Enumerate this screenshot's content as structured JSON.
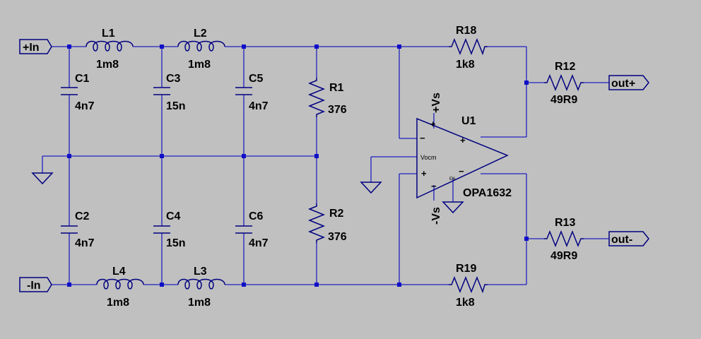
{
  "ports": {
    "in_plus": "+In",
    "in_minus": "-In",
    "out_plus": "out+",
    "out_minus": "out-"
  },
  "components": {
    "L1": {
      "name": "L1",
      "value": "1m8"
    },
    "L2": {
      "name": "L2",
      "value": "1m8"
    },
    "L3": {
      "name": "L3",
      "value": "1m8"
    },
    "L4": {
      "name": "L4",
      "value": "1m8"
    },
    "C1": {
      "name": "C1",
      "value": "4n7"
    },
    "C2": {
      "name": "C2",
      "value": "4n7"
    },
    "C3": {
      "name": "C3",
      "value": "15n"
    },
    "C4": {
      "name": "C4",
      "value": "15n"
    },
    "C5": {
      "name": "C5",
      "value": "4n7"
    },
    "C6": {
      "name": "C6",
      "value": "4n7"
    },
    "R1": {
      "name": "R1",
      "value": "376"
    },
    "R2": {
      "name": "R2",
      "value": "376"
    },
    "R18": {
      "name": "R18",
      "value": "1k8"
    },
    "R19": {
      "name": "R19",
      "value": "1k8"
    },
    "R12": {
      "name": "R12",
      "value": "49R9"
    },
    "R13": {
      "name": "R13",
      "value": "49R9"
    },
    "U1": {
      "name": "U1",
      "value": "OPA1632"
    }
  },
  "opamp": {
    "vs_plus": "+Vs",
    "vs_minus": "-Vs",
    "pin_plus": "+",
    "pin_minus": "−",
    "vocm": "Vocm",
    "en": "EN"
  },
  "colors": {
    "background": "#c0c0c0",
    "wire": "#2020c0",
    "component": "#000080"
  }
}
